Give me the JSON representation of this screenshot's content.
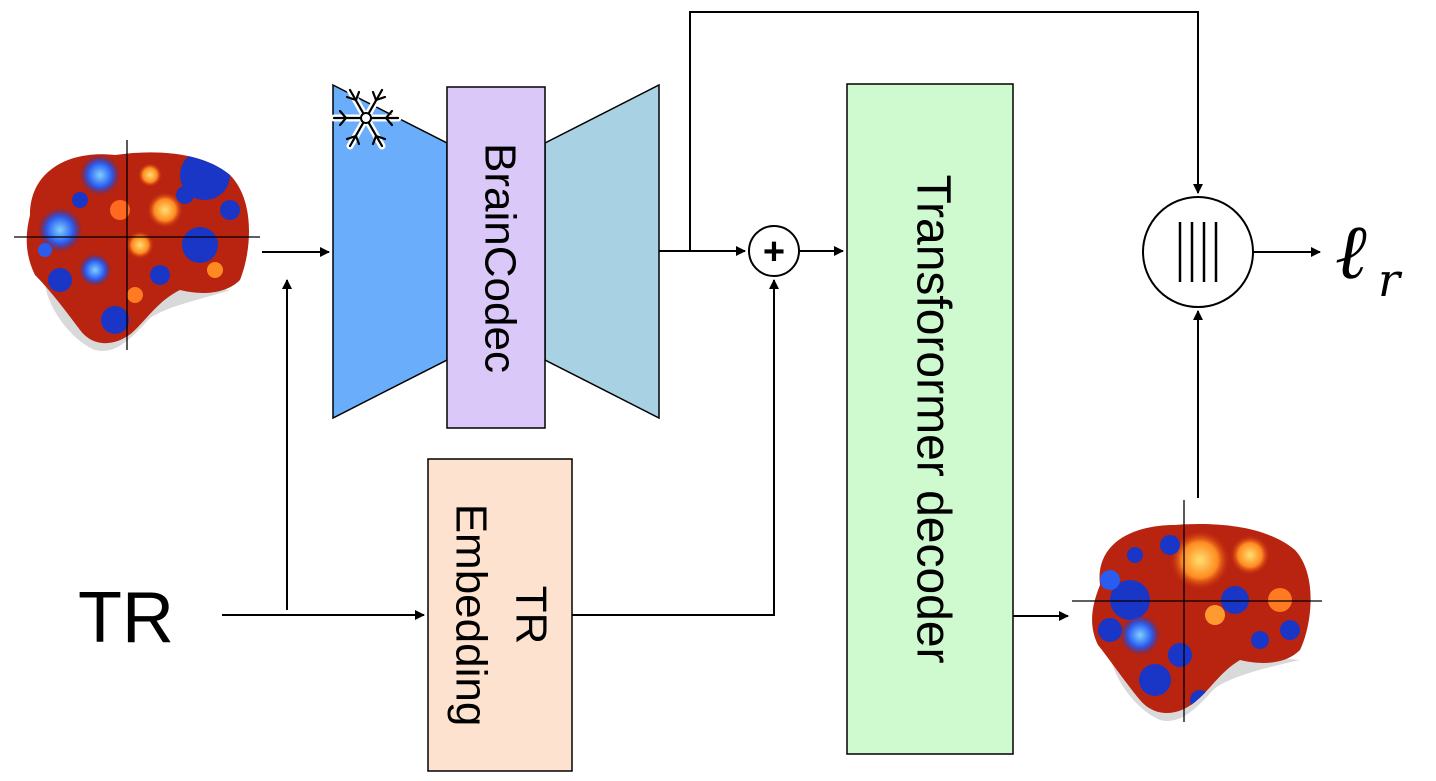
{
  "blocks": {
    "encoder_label": "BrainCodec",
    "tr_embedding_label_line1": "TR",
    "tr_embedding_label_line2": "Embedding",
    "decoder_label": "Transforormer decoder"
  },
  "inputs": {
    "tr_label": "TR"
  },
  "operators": {
    "add_symbol": "+"
  },
  "outputs": {
    "loss_symbol": "ℓ",
    "loss_subscript": "r"
  },
  "colors": {
    "encoder_left": "#6aaefb",
    "encoder_right": "#a8d2e4",
    "codec_box": "#d9c8f8",
    "tr_embedding_box": "#fde3cf",
    "decoder_box": "#cff9cf",
    "brain_red": "#c62a10",
    "brain_blue": "#1a36c7"
  },
  "icons": [
    "snowflake-icon",
    "brain-map-input",
    "brain-map-output"
  ]
}
